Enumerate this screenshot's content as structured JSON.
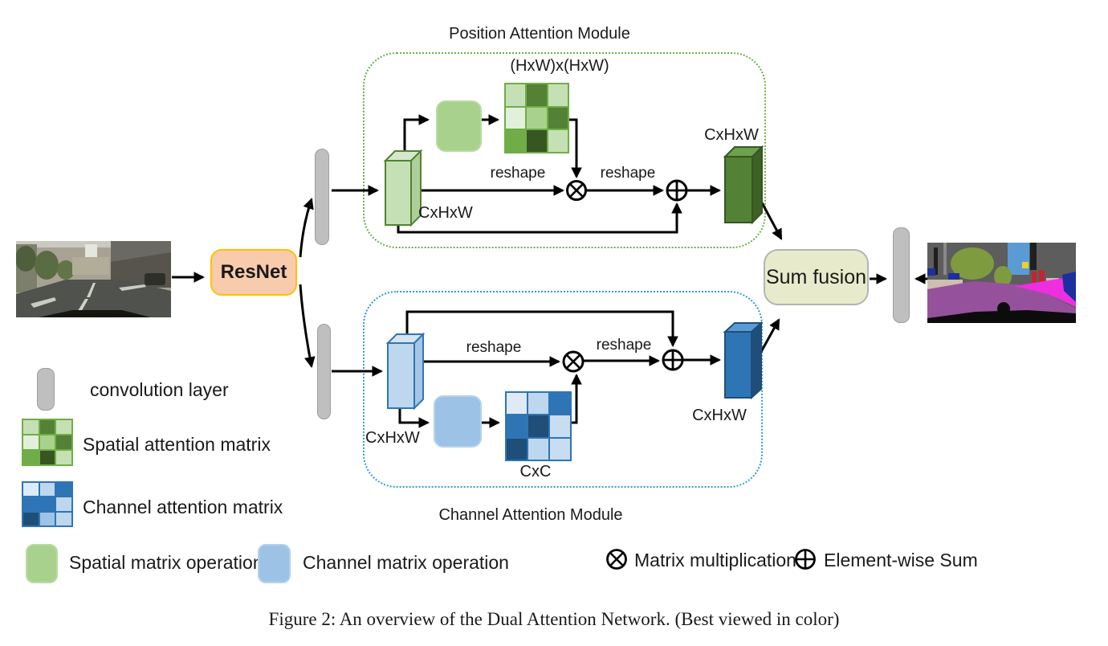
{
  "figure": {
    "caption": "Figure 2: An overview of the Dual Attention Network. (Best viewed in color)"
  },
  "diagram": {
    "resnet_label": "ResNet",
    "sum_fusion_label": "Sum fusion",
    "position_module": {
      "title": "Position Attention Module",
      "attention_map_dims": "(HxW)x(HxW)",
      "reshape_left": "reshape",
      "reshape_right": "reshape",
      "input_dims": "CxHxW",
      "output_dims": "CxHxW"
    },
    "channel_module": {
      "title": "Channel Attention Module",
      "attention_map_dims": "CxC",
      "reshape_left": "reshape",
      "reshape_right": "reshape",
      "input_dims": "CxHxW",
      "output_dims": "CxHxW"
    }
  },
  "legend": {
    "convolution_layer": "convolution layer",
    "spatial_attention_matrix": "Spatial attention matrix",
    "channel_attention_matrix": "Channel attention matrix",
    "spatial_matrix_operation": "Spatial matrix operation",
    "channel_matrix_operation": "Channel matrix operation",
    "matrix_multiplication": "Matrix multiplication",
    "element_wise_sum": "Element-wise Sum"
  },
  "icons": {
    "matrix_multiplication_icon": "circled-times",
    "element_wise_sum_icon": "circled-plus"
  },
  "colors": {
    "resnet_fill": "#f8cbad",
    "resnet_border": "#ffc000",
    "sum_fusion_fill": "#e8ebcb",
    "sum_fusion_border": "#b3b3b3",
    "conv_bar_fill": "#bfbfbf",
    "position_module_accent": "#70ad47",
    "channel_module_accent": "#2e9bd6",
    "spatial_op_fill": "#a9d18e",
    "channel_op_fill": "#9cc3e5",
    "green_box_front": "#c5e0b4",
    "green_box_border": "#538135",
    "dark_green_box_front": "#538135",
    "blue_box_front": "#bdd7ee",
    "blue_box_border": "#2e75b6",
    "dark_blue_box_front": "#2e75b6",
    "arrow_color": "#000000"
  },
  "matrices": {
    "spatial_module": [
      [
        "#c5e0b4",
        "#538135",
        "#c5e0b4"
      ],
      [
        "#e2efda",
        "#a9d18e",
        "#538135"
      ],
      [
        "#70ad47",
        "#375623",
        "#c5e0b4"
      ]
    ],
    "spatial_legend": [
      [
        "#c5e0b4",
        "#538135",
        "#c5e0b4"
      ],
      [
        "#e2efda",
        "#a9d18e",
        "#538135"
      ],
      [
        "#70ad47",
        "#375623",
        "#c5e0b4"
      ]
    ],
    "channel_module": [
      [
        "#deebf7",
        "#bdd7ee",
        "#2e75b6"
      ],
      [
        "#2e75b6",
        "#1f4e79",
        "#c9ddf2"
      ],
      [
        "#1f4e79",
        "#bdd7ee",
        "#c9ddf2"
      ]
    ],
    "channel_legend": [
      [
        "#deebf7",
        "#bdd7ee",
        "#2e75b6"
      ],
      [
        "#2e75b6",
        "#2e75b6",
        "#bdd7ee"
      ],
      [
        "#1f4e79",
        "#9dc3e6",
        "#bdd7ee"
      ]
    ]
  }
}
